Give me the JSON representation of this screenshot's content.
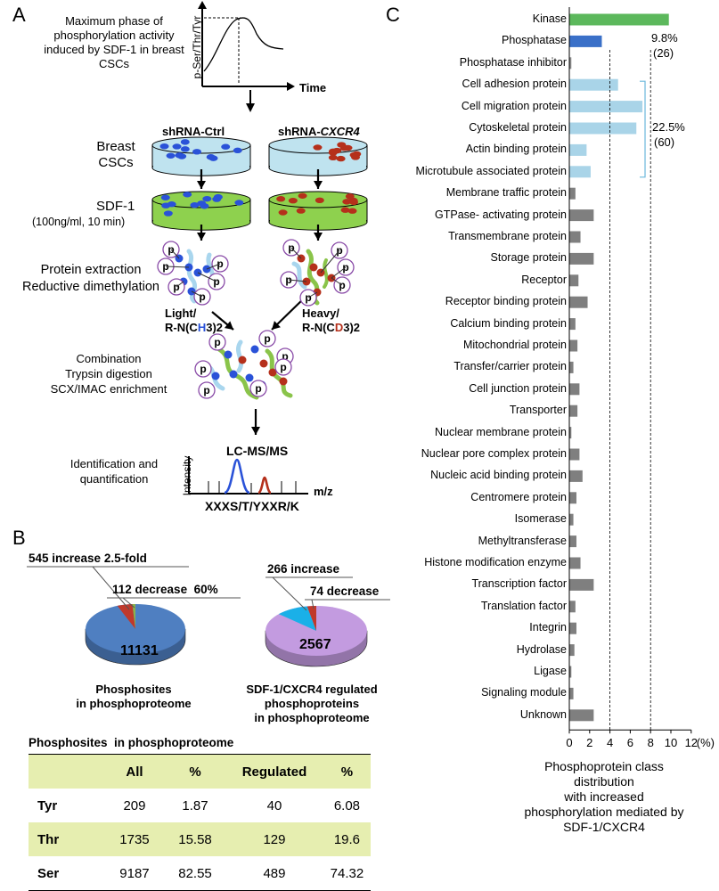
{
  "panels": {
    "a": "A",
    "b": "B",
    "c": "C"
  },
  "panelA": {
    "graph": {
      "ylabel": "p-Ser/Thr/Tyr",
      "xlabel": "Time",
      "caption": "Maximum phase of phosphorylation activity induced by SDF-1 in breast CSCs",
      "caption_lines": [
        "Maximum phase of",
        "phosphorylation activity",
        "induced by SDF-1 in breast",
        "CSCs"
      ]
    },
    "ctrl_label": "shRNA-Ctrl",
    "cxcr4_prefix": "shRNA-",
    "cxcr4_italic": "CXCR4",
    "cells_label": [
      "Breast",
      "CSCs"
    ],
    "sdf_label": "SDF-1",
    "sdf_conc": "(100ng/ml, 10 min)",
    "extraction_lines": [
      "Protein extraction",
      "Reductive dimethylation"
    ],
    "light": {
      "line1": "Light/",
      "pre": "R-N(C",
      "iso": "H",
      "post": "3)2"
    },
    "heavy": {
      "line1": "Heavy/",
      "pre": "R-N(C",
      "iso": "D",
      "post": "3)2"
    },
    "combination_lines": [
      "Combination",
      "Trypsin digestion",
      "SCX/IMAC enrichment"
    ],
    "p_label": "p",
    "lcms": "LC-MS/MS",
    "ident_lines": [
      "Identification and",
      "quantification"
    ],
    "spec_ylabel": "Intensity",
    "spec_xlabel": "m/z",
    "motif": "XXXS/T/YXXR/K",
    "colors": {
      "blue": "#2a52d8",
      "red": "#b5301b",
      "dish_blue": "#bfe3ef",
      "dish_green": "#8ed14e",
      "light_blue": "#a9d6ee"
    }
  },
  "panelB": {
    "pie1": {
      "total": "11131",
      "increase": "545 increase 2.5-fold",
      "decrease": "112 decrease  60%",
      "caption": [
        "Phosphosites",
        "in phosphoproteome"
      ],
      "increase_count": 545,
      "decrease_count": 112,
      "colors": {
        "main": "#4f7fc1",
        "increase": "#c0392b",
        "decrease": "#8ab34a"
      }
    },
    "pie2": {
      "total": "2567",
      "increase": "266 increase",
      "decrease": "74 decrease",
      "caption": [
        "SDF-1/CXCR4 regulated",
        "phosphoproteins",
        "in phosphoproteome"
      ],
      "increase_count": 266,
      "decrease_count": 74,
      "colors": {
        "main": "#c39be0",
        "increase": "#1ab0e8",
        "decrease": "#c0392b"
      }
    },
    "table": {
      "title": "Phosphosites  in phosphoproteome",
      "headers": [
        "",
        "All",
        "%",
        "Regulated",
        "%"
      ],
      "rows": [
        [
          "Tyr",
          "209",
          "1.87",
          "40",
          "6.08"
        ],
        [
          "Thr",
          "1735",
          "15.58",
          "129",
          "19.6"
        ],
        [
          "Ser",
          "9187",
          "82.55",
          "489",
          "74.32"
        ]
      ],
      "stripe_color": "#e6eeb0"
    }
  },
  "chart_data": {
    "type": "bar",
    "orientation": "horizontal",
    "categories": [
      "Kinase",
      "Phosphatase",
      "Phosphatase inhibitor",
      "Cell adhesion protein",
      "Cell migration protein",
      "Cytoskeletal protein",
      "Actin binding protein",
      "Microtubule associated protein",
      "Membrane traffic protein",
      "GTPase- activating protein",
      "Transmembrane protein",
      "Storage protein",
      "Receptor",
      "Receptor binding protein",
      "Calcium binding protein",
      "Mitochondrial protein",
      "Transfer/carrier protein",
      "Cell junction protein",
      "Transporter",
      "Nuclear membrane protein",
      "Nuclear pore complex protein",
      "Nucleic acid binding protein",
      "Centromere protein",
      "Isomerase",
      "Methyltransferase",
      "Histone modification enzyme",
      "Transcription factor",
      "Translation  factor",
      "Integrin",
      "Hydrolase",
      "Ligase",
      "Signaling module",
      "Unknown"
    ],
    "values": [
      9.8,
      3.2,
      0.2,
      4.8,
      7.2,
      6.6,
      1.7,
      2.1,
      0.6,
      2.4,
      1.1,
      2.4,
      0.9,
      1.8,
      0.6,
      0.8,
      0.4,
      1.0,
      0.8,
      0.2,
      1.0,
      1.3,
      0.7,
      0.4,
      0.7,
      1.1,
      2.4,
      0.6,
      0.7,
      0.5,
      0.2,
      0.4,
      2.4
    ],
    "bar_colors": [
      "#5cb85c",
      "#3a70c8",
      "#8c8c8c",
      "#a9d4e8",
      "#a9d4e8",
      "#a9d4e8",
      "#a9d4e8",
      "#a9d4e8",
      "#7f7f7f",
      "#7f7f7f",
      "#7f7f7f",
      "#7f7f7f",
      "#7f7f7f",
      "#7f7f7f",
      "#7f7f7f",
      "#7f7f7f",
      "#7f7f7f",
      "#7f7f7f",
      "#7f7f7f",
      "#7f7f7f",
      "#7f7f7f",
      "#7f7f7f",
      "#7f7f7f",
      "#7f7f7f",
      "#7f7f7f",
      "#7f7f7f",
      "#7f7f7f",
      "#7f7f7f",
      "#7f7f7f",
      "#7f7f7f",
      "#7f7f7f",
      "#7f7f7f",
      "#7f7f7f"
    ],
    "xlim": [
      0,
      12
    ],
    "xticks": [
      "0",
      "2",
      "4",
      "6",
      "8",
      "10",
      "12"
    ],
    "unit": "(%)",
    "reference_lines": [
      4,
      8
    ],
    "xlabel": "Phosphoprotein class distribution with increased phosphorylation mediated by SDF-1/CXCR4",
    "xlabel_lines": [
      "Phosphoprotein class",
      "distribution",
      "with increased",
      "phosphorylation mediated by",
      "SDF-1/CXCR4"
    ],
    "annotations": [
      {
        "text": "9.8%",
        "sub": "(26)"
      },
      {
        "text": "22.5%",
        "sub": "(60)"
      }
    ]
  }
}
